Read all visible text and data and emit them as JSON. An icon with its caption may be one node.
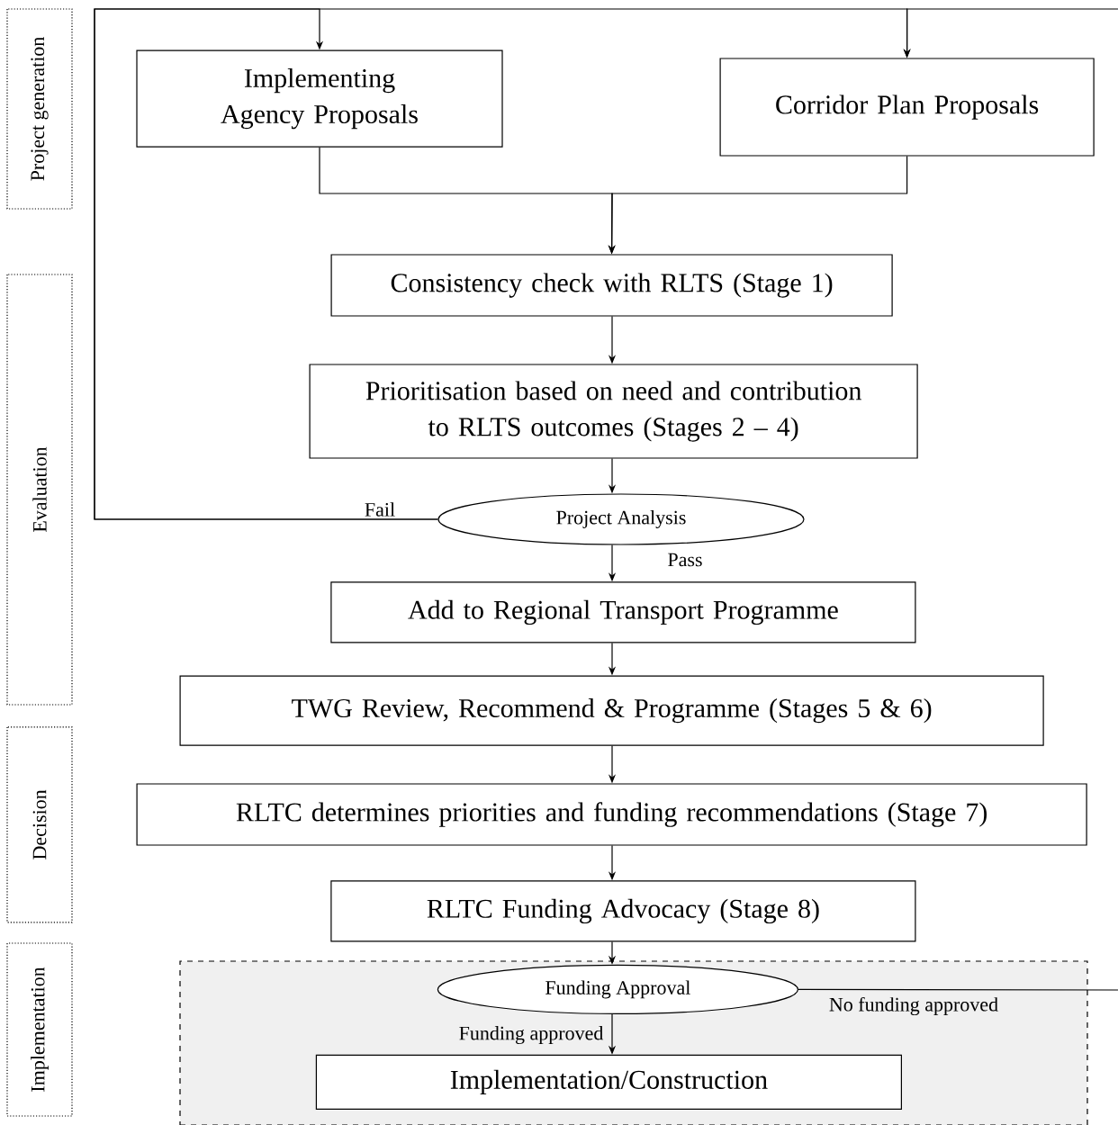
{
  "diagram": {
    "nodes": [
      {
        "text": [
          "Project generation"
        ]
      },
      {
        "text": [
          "Evaluation"
        ]
      },
      {
        "text": [
          "Decision"
        ]
      },
      {
        "text": [
          "Implementation"
        ]
      },
      {
        "text": [
          "Implementing Agency Proposals"
        ]
      },
      {
        "text": [
          "Corridor Plan Proposals"
        ]
      },
      {
        "text": [
          "Consistency check with RLTS (Stage 1)"
        ]
      },
      {
        "text": [
          "Prioritisation based on need and contribution to RLTS outcomes (Stages 2 – 4)"
        ]
      },
      {
        "text": [
          "Project Analysis"
        ]
      },
      {
        "text": [
          "Add to Regional Transport Programme"
        ]
      },
      {
        "text": [
          "TWG Review, Recommend & Programme (Stages 5 & 6)"
        ]
      },
      {
        "text": [
          "RLTC determines priorities and funding recommendations (Stage 7)"
        ]
      },
      {
        "text": [
          "RLTC Funding Advocacy (Stage 8)"
        ]
      },
      {
        "text": [],
        "shape": "box"
      },
      {
        "text": [
          "Funding Approval"
        ],
        "in": 13
      },
      {
        "text": [
          "Implementation/Construction"
        ],
        "in": 13
      }
    ],
    "edges": [
      {
        "from": 4,
        "to": 6,
        "arrow": "to"
      },
      {
        "from": 5,
        "to": 6,
        "arrow": "to"
      },
      {
        "from": 6,
        "to": 7,
        "arrow": "to"
      },
      {
        "from": 7,
        "to": 8,
        "arrow": "to"
      },
      {
        "from": 8,
        "to": 4,
        "arrow": "to",
        "label": "Fail"
      },
      {
        "from": 8,
        "to": 5,
        "arrow": "to"
      },
      {
        "from": null,
        "to": 5,
        "arrow": "to"
      },
      {
        "from": 8,
        "to": 9,
        "arrow": "to",
        "label": "Pass"
      },
      {
        "from": 9,
        "to": 10,
        "arrow": "to"
      },
      {
        "from": 10,
        "to": 11,
        "arrow": "to"
      },
      {
        "from": 11,
        "to": 12,
        "arrow": "to"
      },
      {
        "from": 12,
        "to": 14,
        "arrow": "to"
      },
      {
        "from": 14,
        "to": 15,
        "arrow": "to",
        "label": "Funding approved"
      },
      {
        "from": 14,
        "to": null,
        "arrow": "none",
        "label": "No funding approved"
      }
    ]
  }
}
